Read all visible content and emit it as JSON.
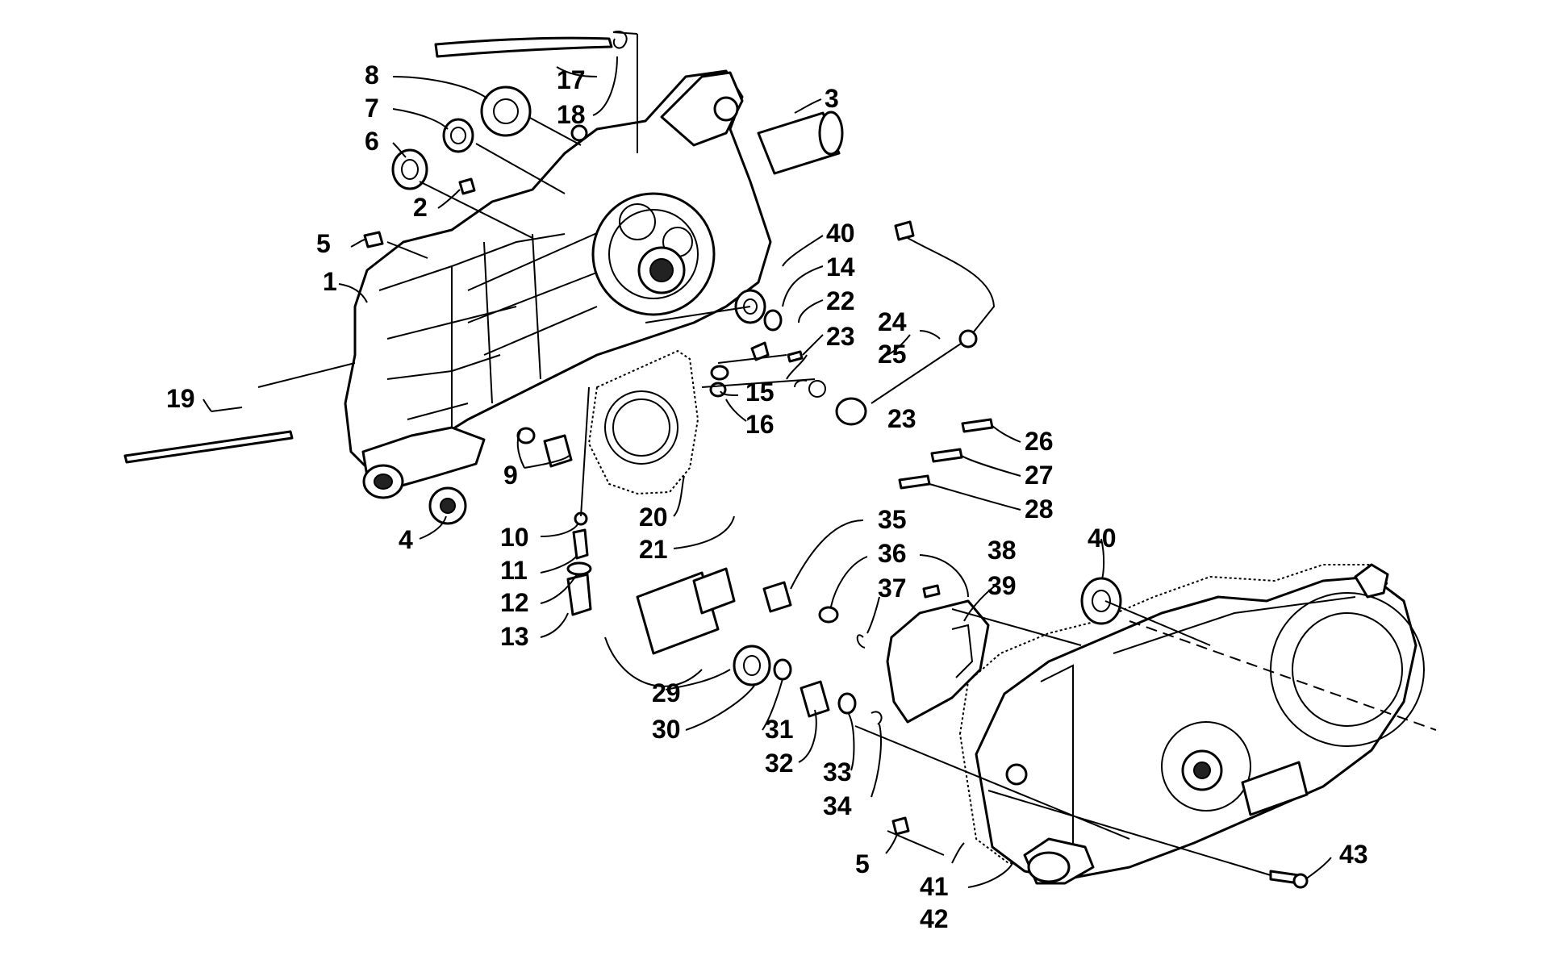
{
  "labels": [
    "1",
    "2",
    "3",
    "4",
    "5",
    "6",
    "7",
    "8",
    "9",
    "10",
    "11",
    "12",
    "13",
    "14",
    "15",
    "16",
    "17",
    "18",
    "19",
    "20",
    "21",
    "22",
    "23",
    "24",
    "25",
    "26",
    "27",
    "28",
    "29",
    "30",
    "31",
    "32",
    "33",
    "34",
    "35",
    "36",
    "37",
    "38",
    "39",
    "40",
    "41",
    "42",
    "43"
  ],
  "repeat": {
    "p5": "5",
    "p23": "23",
    "p40": "40"
  }
}
